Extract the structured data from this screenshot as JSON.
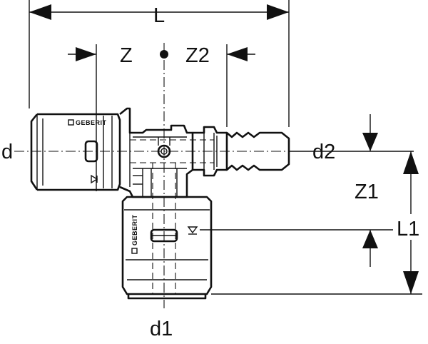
{
  "labels": {
    "L": "L",
    "Z": "Z",
    "Z2": "Z2",
    "d": "d",
    "d2": "d2",
    "Z1": "Z1",
    "L1": "L1",
    "d1": "d1"
  },
  "brand": {
    "horizontal": "GEBERIT",
    "vertical": "GEBERIT"
  },
  "colors": {
    "ink": "#111111",
    "background": "#ffffff"
  }
}
